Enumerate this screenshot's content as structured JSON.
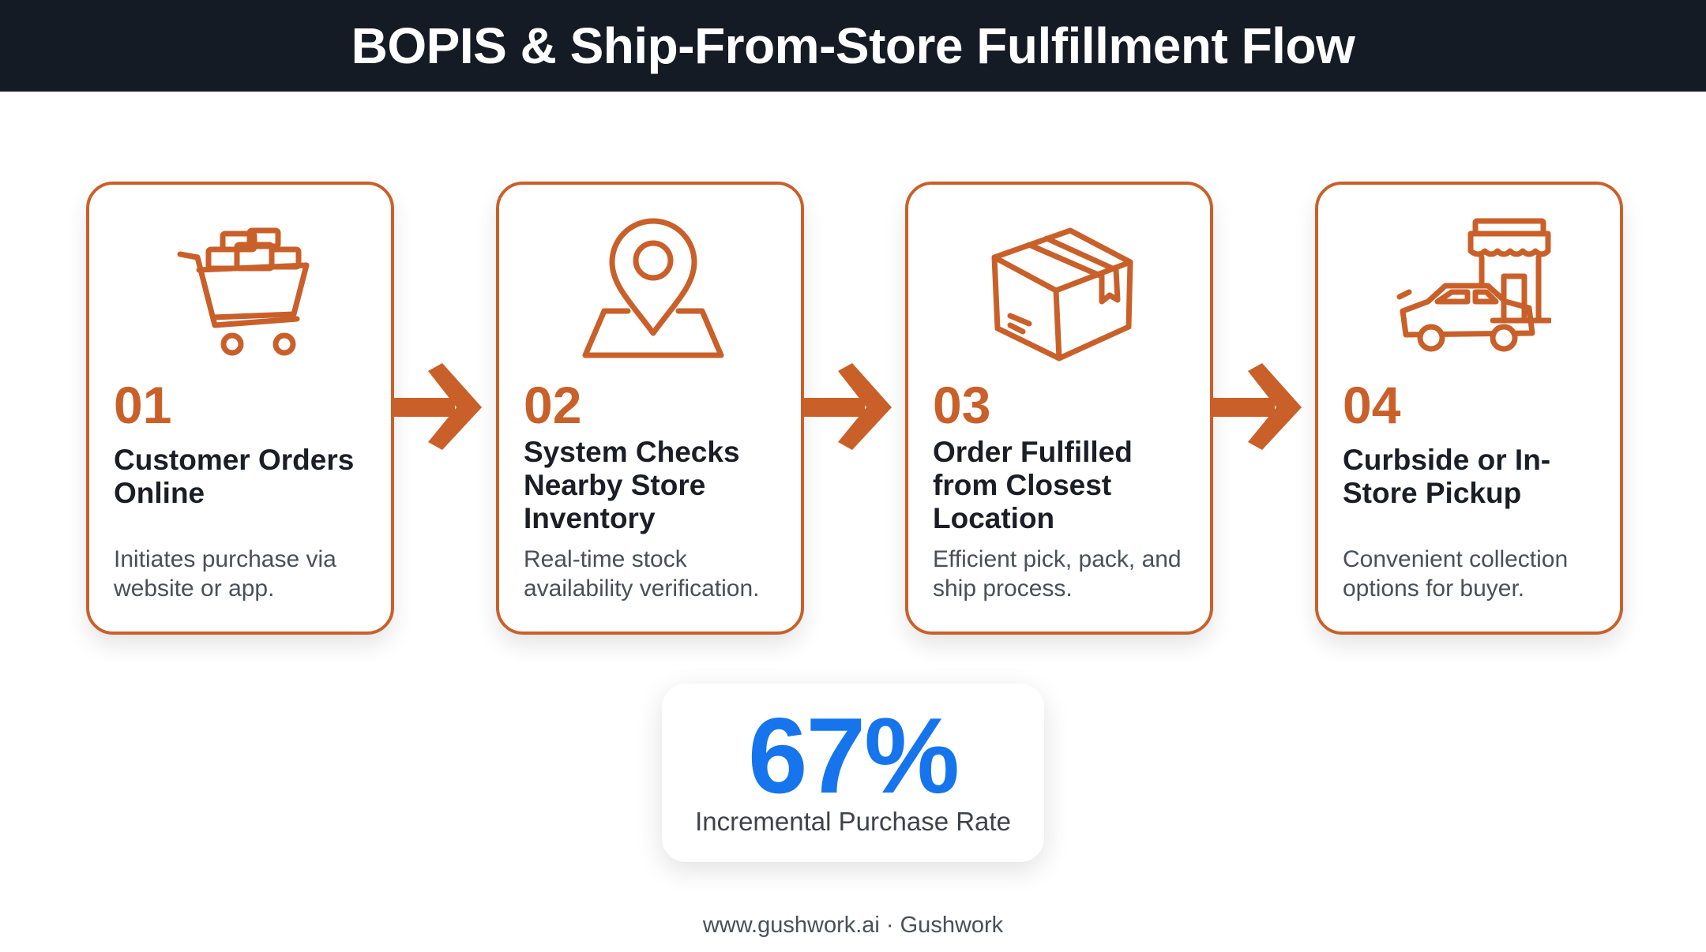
{
  "header": {
    "title": "BOPIS & Ship-From-Store Fulfillment Flow"
  },
  "steps": [
    {
      "number": "01",
      "title": "Customer Orders Online",
      "description": "Initiates purchase via website or app.",
      "icon": "shopping-cart-icon"
    },
    {
      "number": "02",
      "title": "System Checks Nearby Store Inventory",
      "description": "Real-time stock availability verification.",
      "icon": "map-pin-icon"
    },
    {
      "number": "03",
      "title": "Order Fulfilled from Closest Location",
      "description": "Efficient pick, pack, and ship process.",
      "icon": "package-box-icon"
    },
    {
      "number": "04",
      "title": "Curbside or In-Store Pickup",
      "description": "Convenient collection options for buyer.",
      "icon": "car-storefront-icon"
    }
  ],
  "stat": {
    "value": "67%",
    "label": "Incremental Purchase Rate"
  },
  "footer": {
    "text": "www.gushwork.ai · Gushwork"
  },
  "colors": {
    "accent": "#c9602a",
    "header_bg": "#151b25",
    "stat_blue": "#1675ec"
  }
}
